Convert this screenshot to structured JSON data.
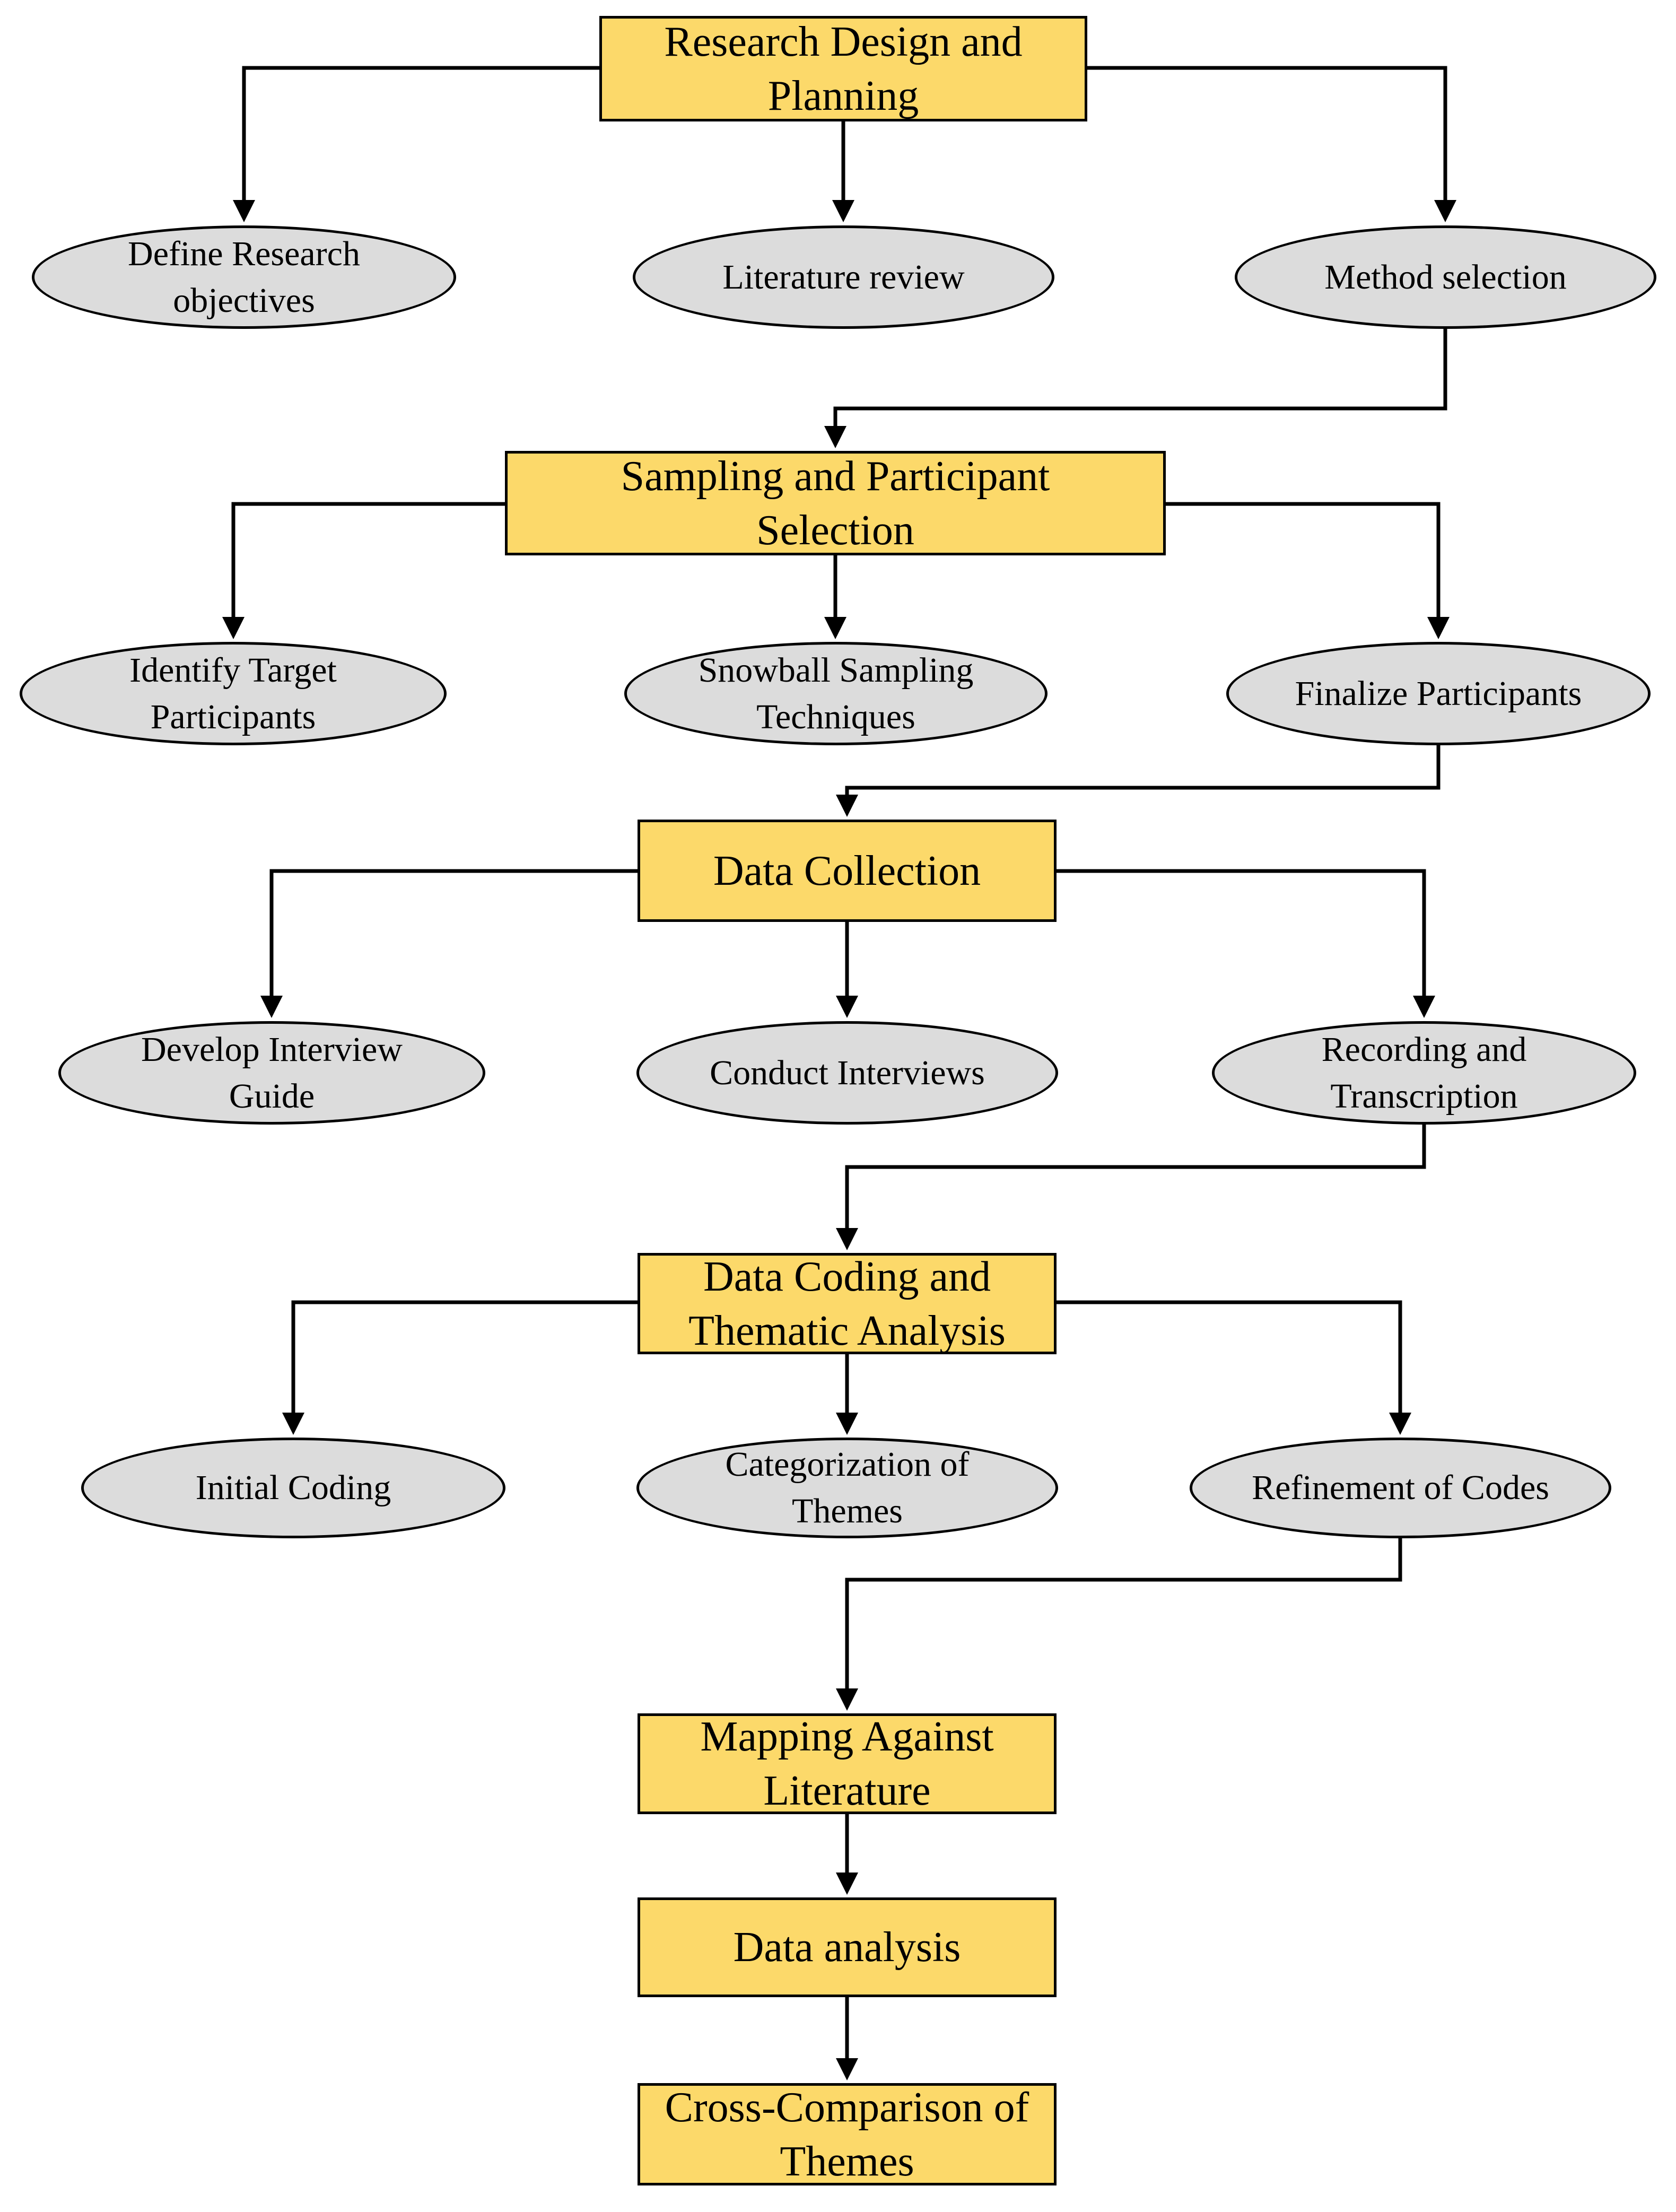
{
  "stages": [
    {
      "label_lines": [
        "Research Design and",
        "Planning"
      ],
      "subtasks": [
        {
          "label_lines": [
            "Define Research",
            "objectives"
          ]
        },
        {
          "label_lines": [
            "Literature review"
          ]
        },
        {
          "label_lines": [
            "Method selection"
          ]
        }
      ]
    },
    {
      "label_lines": [
        "Sampling and Participant",
        "Selection"
      ],
      "subtasks": [
        {
          "label_lines": [
            "Identify Target",
            "Participants"
          ]
        },
        {
          "label_lines": [
            "Snowball Sampling",
            "Techniques"
          ]
        },
        {
          "label_lines": [
            "Finalize Participants"
          ]
        }
      ]
    },
    {
      "label_lines": [
        "Data Collection"
      ],
      "subtasks": [
        {
          "label_lines": [
            "Develop Interview",
            "Guide"
          ]
        },
        {
          "label_lines": [
            "Conduct Interviews"
          ]
        },
        {
          "label_lines": [
            "Recording and",
            "Transcription"
          ]
        }
      ]
    },
    {
      "label_lines": [
        "Data Coding and",
        "Thematic Analysis"
      ],
      "subtasks": [
        {
          "label_lines": [
            "Initial Coding"
          ]
        },
        {
          "label_lines": [
            "Categorization of",
            "Themes"
          ]
        },
        {
          "label_lines": [
            "Refinement of Codes"
          ]
        }
      ]
    },
    {
      "label_lines": [
        "Mapping Against",
        "Literature"
      ]
    },
    {
      "label_lines": [
        "Data analysis"
      ]
    },
    {
      "label_lines": [
        "Cross-Comparison of",
        "Themes"
      ]
    }
  ],
  "colors": {
    "stage_fill": "#FCD96A",
    "subtask_fill": "#DCDCDC",
    "stroke": "#000000"
  }
}
